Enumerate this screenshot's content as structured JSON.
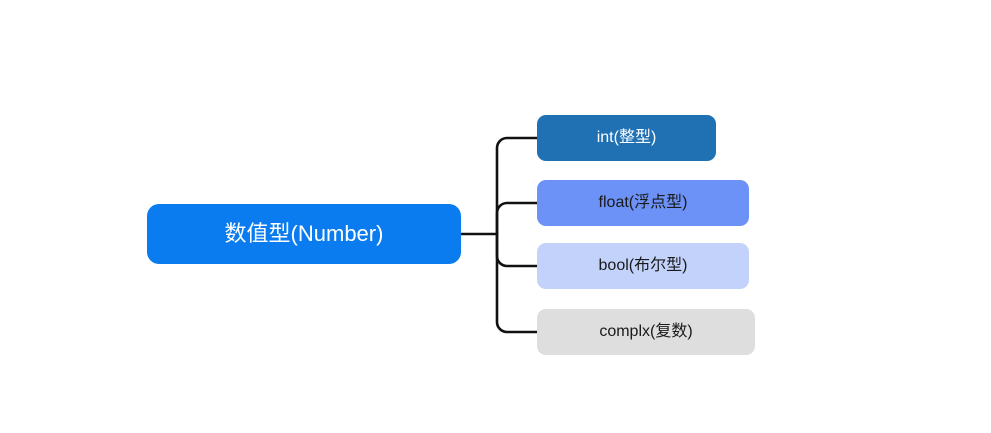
{
  "diagram": {
    "type": "mind-map",
    "orientation": "left-to-right",
    "background_color": "#FFFFFF",
    "connector_color": "#111111",
    "root": {
      "label": "数值型(Number)",
      "fill": "#0A7CF0",
      "text_color": "#FFFFFF"
    },
    "children": [
      {
        "label": "int(整型)",
        "fill": "#2070B4",
        "text_color": "#FFFFFF"
      },
      {
        "label": "float(浮点型)",
        "fill": "#6C92F7",
        "text_color": "#1A1A1A"
      },
      {
        "label": "bool(布尔型)",
        "fill": "#C2D2FB",
        "text_color": "#1A1A1A"
      },
      {
        "label": "complx(复数)",
        "fill": "#DEDEDE",
        "text_color": "#1A1A1A"
      }
    ]
  }
}
